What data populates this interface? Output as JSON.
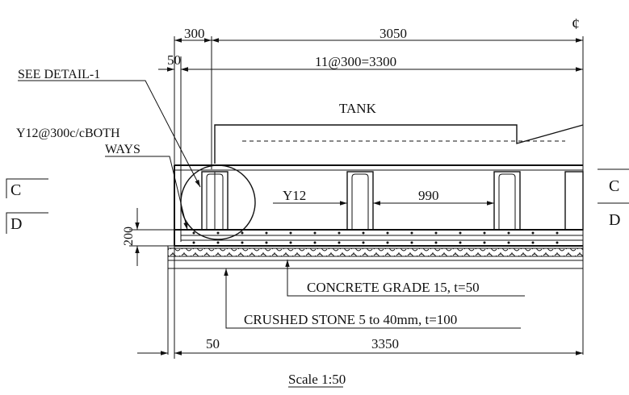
{
  "drawing": {
    "centerline_symbol": "ȼ",
    "dims": {
      "top_300": "300",
      "top_3050": "3050",
      "top_50": "50",
      "top_spacing": "11@300=3300",
      "height_200": "200",
      "bottom_50": "50",
      "bottom_3350": "3350",
      "clear_990": "990"
    },
    "labels": {
      "see_detail": "SEE DETAIL-1",
      "rebar_line1": "Y12@300c/cBOTH",
      "rebar_line2": "WAYS",
      "tank": "TANK",
      "bar": "Y12",
      "concrete": "CONCRETE GRADE 15, t=50",
      "stone": "CRUSHED STONE 5 to 40mm, t=100"
    },
    "sections": {
      "c_left": "C",
      "c_right": "C",
      "d_left": "D",
      "d_right": "D"
    },
    "scale": "Scale 1:50"
  }
}
